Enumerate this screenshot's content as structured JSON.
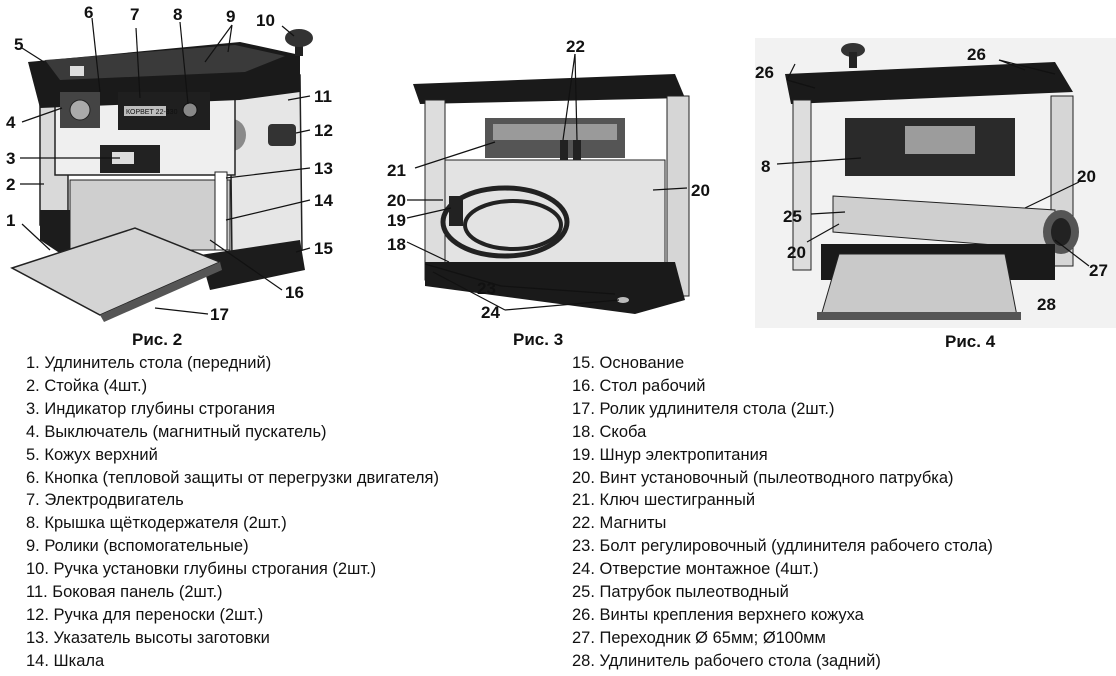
{
  "figures": {
    "fig2": {
      "caption": "Рис. 2",
      "labels": {
        "n1": "1",
        "n2": "2",
        "n3": "3",
        "n4": "4",
        "n5": "5",
        "n6": "6",
        "n7": "7",
        "n8": "8",
        "n9": "9",
        "n10": "10",
        "n11": "11",
        "n12": "12",
        "n13": "13",
        "n14": "14",
        "n15": "15",
        "n16": "16",
        "n17": "17"
      },
      "motor_plate": "КОРВЕТ 22-330"
    },
    "fig3": {
      "caption": "Рис. 3",
      "labels": {
        "n18": "18",
        "n19": "19",
        "n20a": "20",
        "n20b": "20",
        "n21": "21",
        "n22": "22",
        "n23": "23",
        "n24": "24"
      }
    },
    "fig4": {
      "caption": "Рис. 4",
      "labels": {
        "n8": "8",
        "n20a": "20",
        "n20b": "20",
        "n25": "25",
        "n26a": "26",
        "n26b": "26",
        "n27": "27",
        "n28": "28"
      }
    }
  },
  "legend": {
    "left": [
      "1. Удлинитель стола (передний)",
      "2. Стойка (4шт.)",
      "3. Индикатор глубины строгания",
      "4. Выключатель (магнитный пускатель)",
      "5. Кожух верхний",
      "6. Кнопка (тепловой защиты от перегрузки двигателя)",
      "7. Электродвигатель",
      "8. Крышка щёткодержателя (2шт.)",
      "9. Ролики (вспомогательные)",
      "10. Ручка установки глубины строгания (2шт.)",
      "11. Боковая панель (2шт.)",
      "12. Ручка для переноски (2шт.)",
      "13. Указатель высоты заготовки",
      "14. Шкала"
    ],
    "right": [
      "15. Основание",
      "16. Стол  рабочий",
      "17. Ролик удлинителя стола  (2шт.)",
      "18. Скоба",
      "19. Шнур электропитания",
      "20. Винт установочный (пылеотводного патрубка)",
      "21. Ключ шестигранный",
      "22. Магниты",
      "23. Болт регулировочный (удлинителя рабочего стола)",
      "24. Отверстие монтажное (4шт.)",
      "25. Патрубок пылеотводный",
      "26.  Винты крепления верхнего кожуха",
      "27. Переходник Ø 65мм; Ø100мм",
      "28. Удлинитель рабочего стола (задний)"
    ]
  }
}
